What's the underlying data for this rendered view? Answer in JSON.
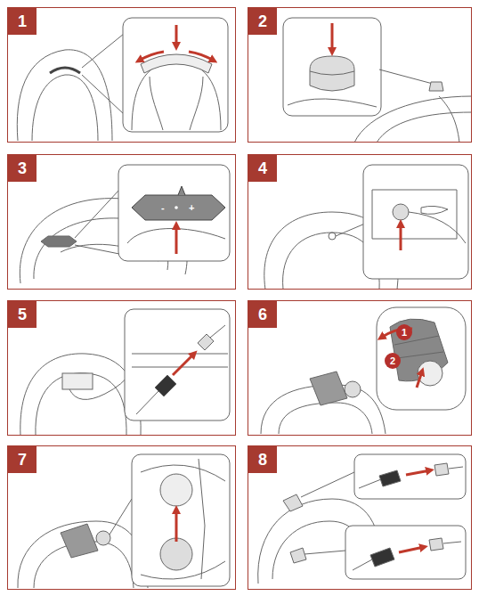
{
  "diagram": {
    "nodes": [
      {
        "text": [
          "1"
        ]
      },
      {
        "text": [
          "2"
        ]
      },
      {
        "text": [
          "3"
        ]
      },
      {
        "text": [
          "4"
        ]
      },
      {
        "text": [
          "5"
        ]
      },
      {
        "text": [
          "6"
        ]
      },
      {
        "text": [
          "1"
        ],
        "in": 5
      },
      {
        "text": [
          "2"
        ],
        "in": 5
      },
      {
        "text": [
          "7"
        ]
      },
      {
        "text": [
          "8"
        ]
      }
    ],
    "labels": [
      "-",
      "+"
    ]
  }
}
